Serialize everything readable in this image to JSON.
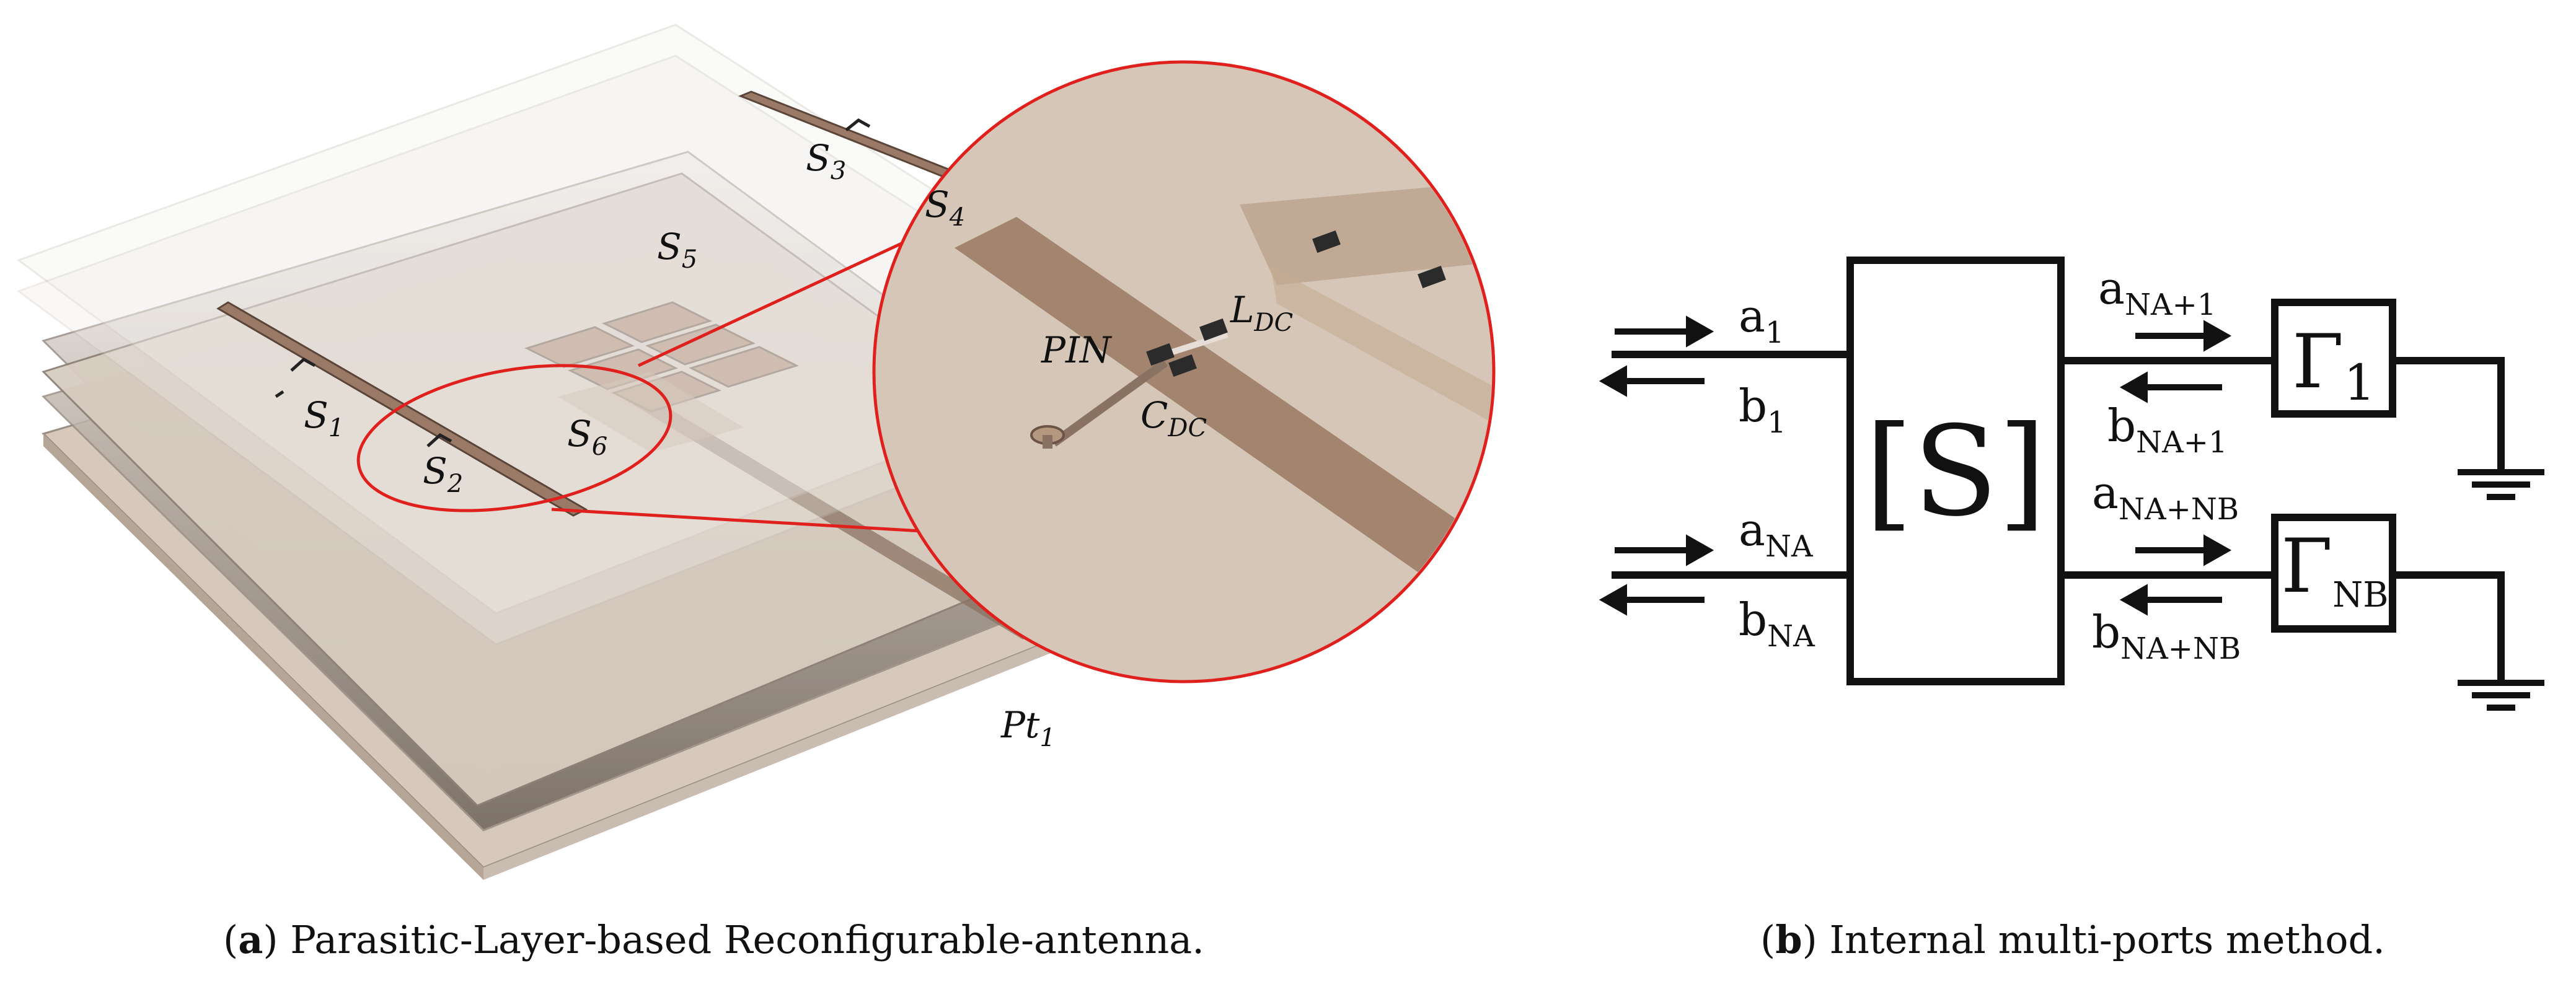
{
  "panel_a": {
    "labels": {
      "s1": "S",
      "s1_sub": "1",
      "s2": "S",
      "s2_sub": "2",
      "s3": "S",
      "s3_sub": "3",
      "s4": "S",
      "s4_sub": "4",
      "s5": "S",
      "s5_sub": "5",
      "s6": "S",
      "s6_sub": "6",
      "pt": "Pt",
      "pt_sub": "1",
      "pin": "PIN",
      "ldc": "L",
      "ldc_sub": "DC",
      "cdc": "C",
      "cdc_sub": "DC"
    },
    "caption_letter": "a",
    "caption_text": "Parasitic-Layer-based Reconfigurable-antenna."
  },
  "panel_b": {
    "block": "[S]",
    "a1": "a",
    "a1_sub": "1",
    "b1": "b",
    "b1_sub": "1",
    "ana": "a",
    "ana_sub": "NA",
    "bna": "b",
    "bna_sub": "NA",
    "ana1": "a",
    "ana1_sub": "NA+1",
    "bna1": "b",
    "bna1_sub": "NA+1",
    "anab": "a",
    "anab_sub": "NA+NB",
    "bnab": "b",
    "bnab_sub": "NA+NB",
    "g1": "Γ",
    "g1_sub": "1",
    "gnb": "Γ",
    "gnb_sub": "NB",
    "caption_letter": "b",
    "caption_text": "Internal multi-ports method."
  },
  "colors": {
    "highlight": "#e0201c",
    "strip": "#9a7a66",
    "substrate": "#d8ccc0"
  }
}
